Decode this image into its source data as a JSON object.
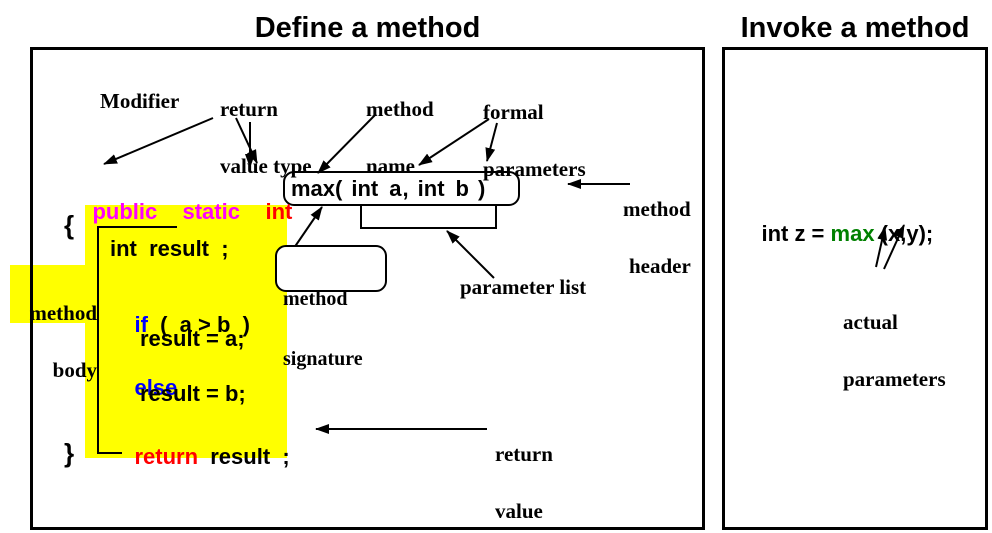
{
  "palette": {
    "keyword_modifier": "#ff00ff",
    "keyword_type": "#ff0000",
    "keyword_flow": "#0000ff",
    "method_name": "#008000",
    "highlight": "#ffff00",
    "text": "#000000"
  },
  "define": {
    "title": "Define a method",
    "annotations": {
      "modifier": "Modifier",
      "return_value_type_1": "return",
      "return_value_type_2": "value type",
      "method_name_1": "method",
      "method_name_2": "name",
      "formal_params_1": "formal",
      "formal_params_2": "parameters",
      "method_header_1": "method",
      "method_header_2": "header",
      "method_signature_1": "method",
      "method_signature_2": "signature",
      "method_body_1": "method",
      "method_body_2": "body",
      "parameter_list": "parameter list",
      "return_value_1": "return",
      "return_value_2": "value"
    },
    "code": {
      "kw_public": "public",
      "kw_static": "static",
      "ret_type": "int",
      "name": "max",
      "lparen": "(",
      "p1_type": "int",
      "p1_name": "a",
      "comma": ",",
      "p2_type": "int",
      "p2_name": "b",
      "rparen": ")",
      "open_brace": "{",
      "line_decl": "int  result  ;",
      "line_if_kw": "if",
      "line_if_rest": "  (  a > b  )",
      "line_then": "result = a;",
      "line_else": "else",
      "line_else_assign": "result = b;",
      "line_return_kw": "return",
      "line_return_rest": "  result  ;",
      "close_brace": "}"
    }
  },
  "invoke": {
    "title": "Invoke a method",
    "code": {
      "prefix": "int z = ",
      "name": "max",
      "suffix": " (x,y);"
    },
    "annotations": {
      "actual_params_1": "actual",
      "actual_params_2": "parameters"
    }
  }
}
